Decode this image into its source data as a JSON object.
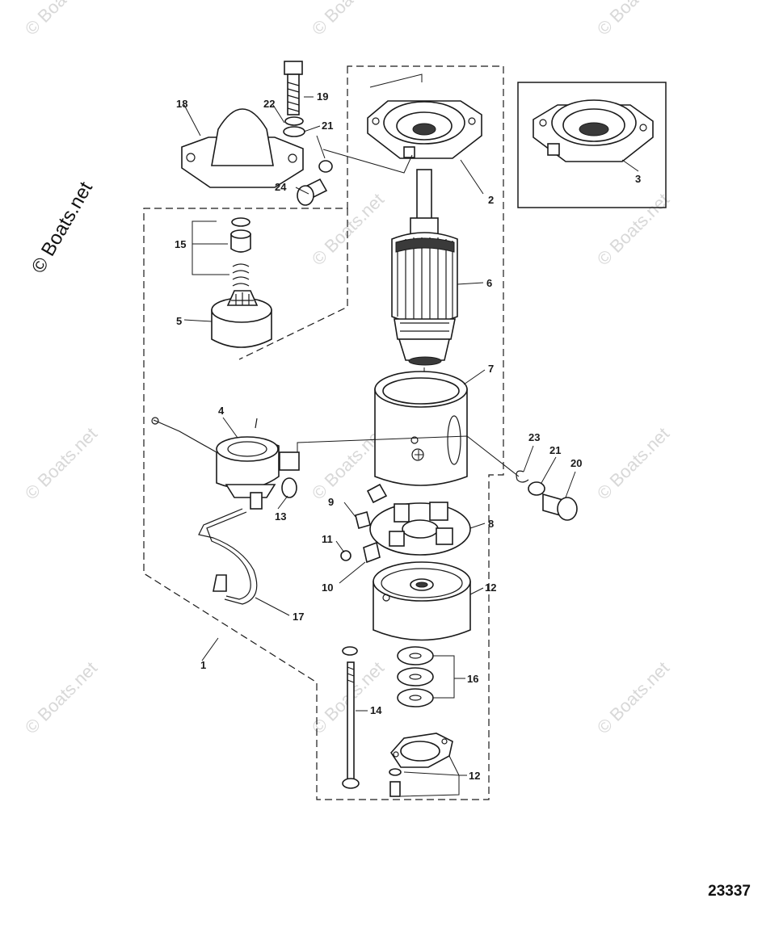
{
  "watermark": {
    "text": "© Boats.net",
    "large_text": "© Boats.net"
  },
  "drawing_number": "23337",
  "callouts": [
    {
      "id": "1",
      "text": "1"
    },
    {
      "id": "2",
      "text": "2"
    },
    {
      "id": "3",
      "text": "3"
    },
    {
      "id": "4",
      "text": "4"
    },
    {
      "id": "5",
      "text": "5"
    },
    {
      "id": "6",
      "text": "6"
    },
    {
      "id": "7",
      "text": "7"
    },
    {
      "id": "8",
      "text": "8"
    },
    {
      "id": "9",
      "text": "9"
    },
    {
      "id": "10",
      "text": "10"
    },
    {
      "id": "11",
      "text": "11"
    },
    {
      "id": "12a",
      "text": "12"
    },
    {
      "id": "12b",
      "text": "12"
    },
    {
      "id": "13",
      "text": "13"
    },
    {
      "id": "14",
      "text": "14"
    },
    {
      "id": "15",
      "text": "15"
    },
    {
      "id": "16",
      "text": "16"
    },
    {
      "id": "17",
      "text": "17"
    },
    {
      "id": "18",
      "text": "18"
    },
    {
      "id": "19",
      "text": "19"
    },
    {
      "id": "20",
      "text": "20"
    },
    {
      "id": "21a",
      "text": "21"
    },
    {
      "id": "21b",
      "text": "21"
    },
    {
      "id": "22",
      "text": "22"
    },
    {
      "id": "23",
      "text": "23"
    },
    {
      "id": "24",
      "text": "24"
    }
  ]
}
